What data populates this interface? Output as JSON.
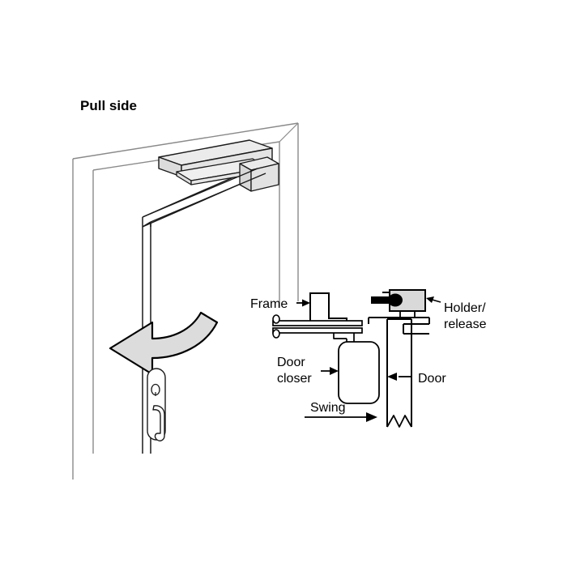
{
  "figure": {
    "title": "Pull side",
    "type": "technical-line-diagram",
    "subject": "Door closer with holder/release mounted on pull side of door",
    "background_color": "#ffffff",
    "line_color": "#000000",
    "wall_line_color": "#808080",
    "fill_gray": "#e0e0e0",
    "fill_light_gray": "#ececec",
    "holder_fill": "#d9d9d9",
    "arrow_fill": "#dcdcdc"
  },
  "labels": {
    "frame": "Frame",
    "holder_release_line1": "Holder/",
    "holder_release_line2": "release",
    "door_closer_line1": "Door",
    "door_closer_line2": "closer",
    "door": "Door",
    "swing": "Swing"
  },
  "views": {
    "isometric": {
      "name": "Pull side isometric view",
      "elements": [
        "wall-opening",
        "door-leaf",
        "door-closer-body",
        "closer-arm",
        "arm-bracket",
        "lever-handle",
        "escutcheon-plate",
        "keyhole",
        "swing-arrow"
      ]
    },
    "plan_detail": {
      "name": "Plan detail view",
      "elements": [
        "frame-profile",
        "closer-arm-bars",
        "arm-pivot-pins",
        "door-closer-body",
        "door-leaf",
        "holder-release-unit",
        "holder-plunger",
        "holder-mounting-bracket",
        "break-line",
        "swing-arrow"
      ]
    }
  }
}
